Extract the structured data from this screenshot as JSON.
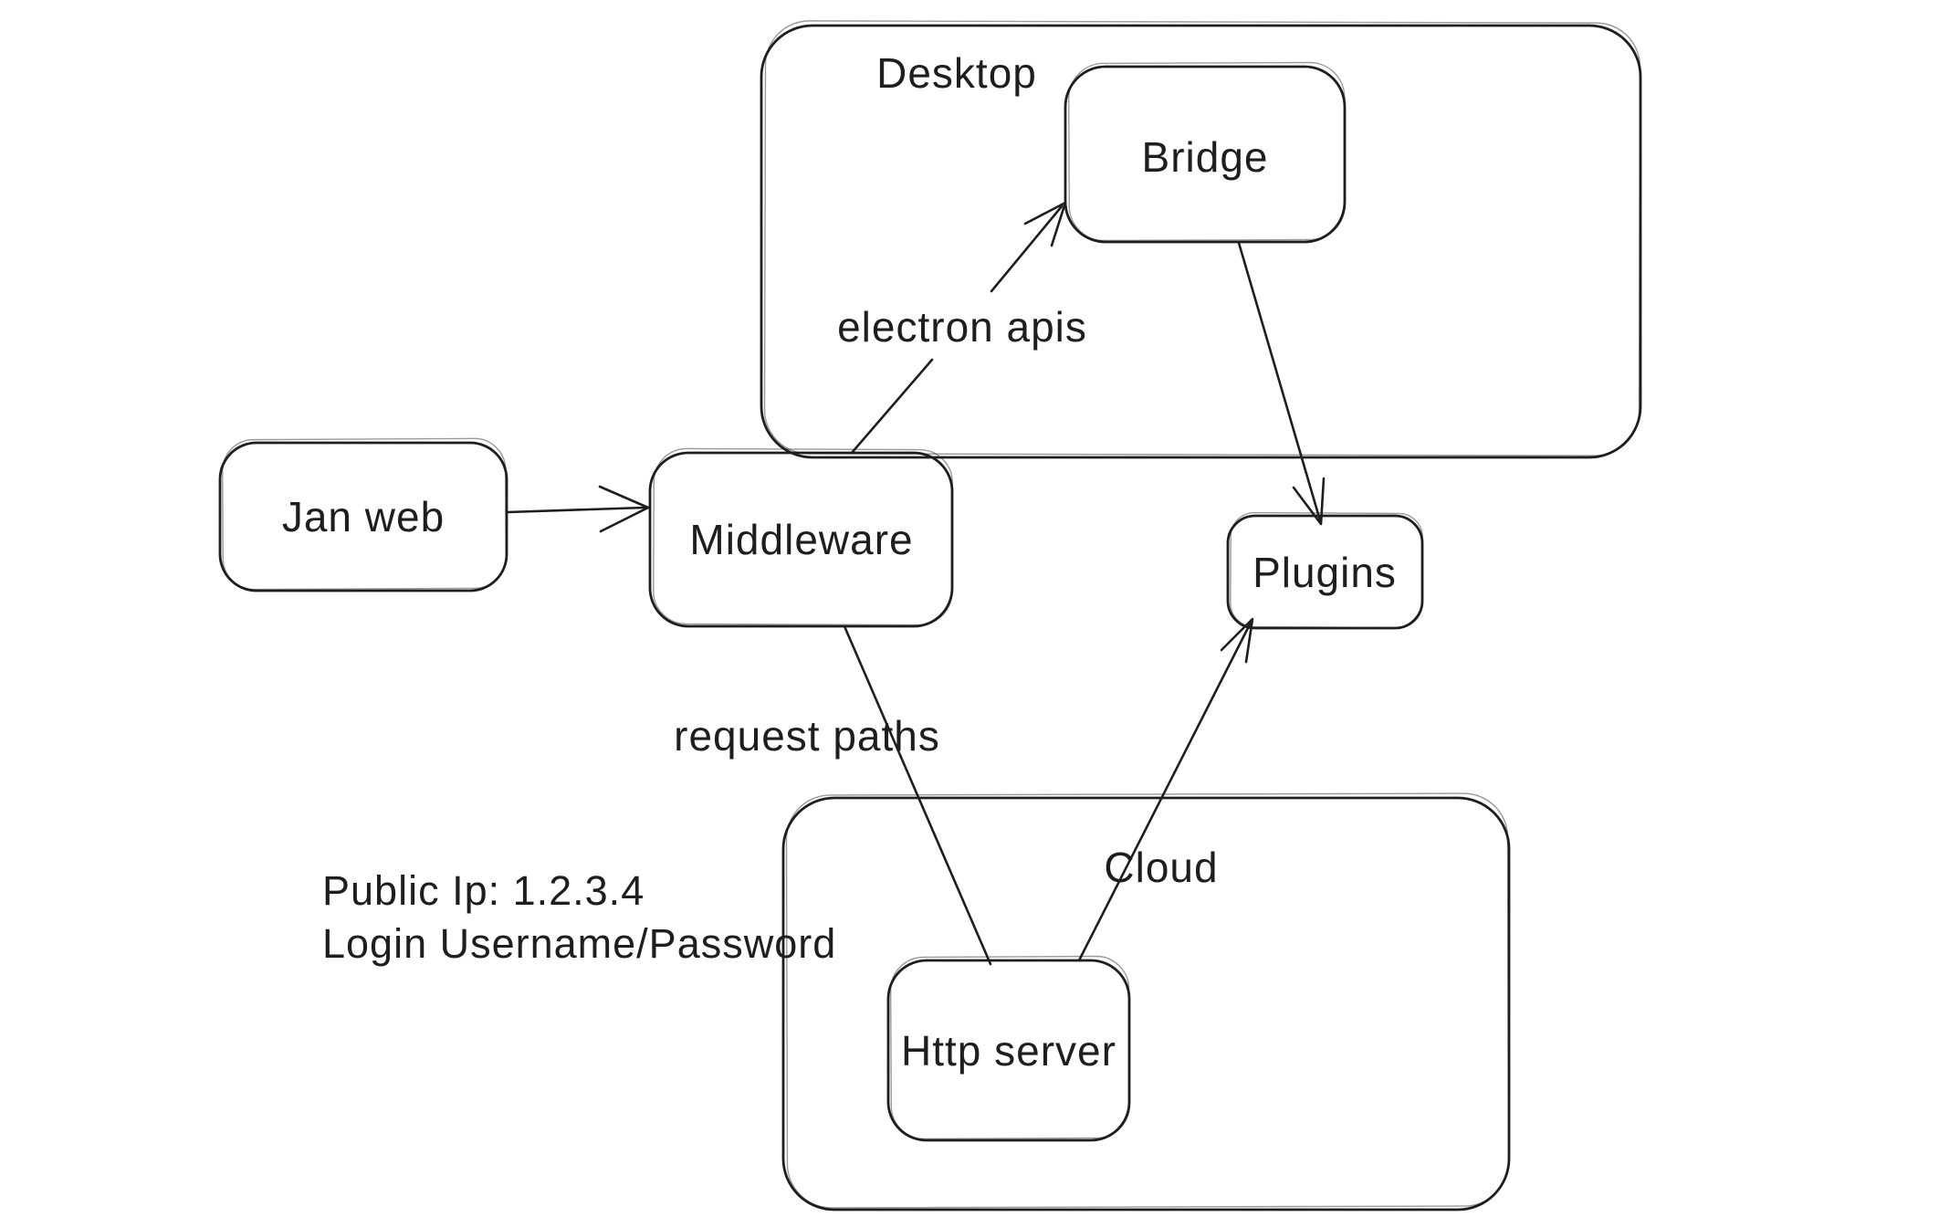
{
  "canvas": {
    "background_color": "#ffffff",
    "stroke_color": "#1e1e1e"
  },
  "containers": [
    {
      "id": "desktop",
      "label": "Desktop"
    },
    {
      "id": "cloud",
      "label": "Cloud"
    }
  ],
  "nodes": [
    {
      "id": "jan-web",
      "label": "Jan web"
    },
    {
      "id": "middleware",
      "label": "Middleware"
    },
    {
      "id": "bridge",
      "label": "Bridge"
    },
    {
      "id": "plugins",
      "label": "Plugins"
    },
    {
      "id": "http-server",
      "label": "Http server"
    }
  ],
  "connectors": [
    {
      "id": "jan-web-to-middleware",
      "from": "jan-web",
      "to": "middleware",
      "label": "",
      "arrowhead": true
    },
    {
      "id": "middleware-to-bridge",
      "from": "middleware",
      "to": "bridge",
      "label": "electron apis",
      "arrowhead": true
    },
    {
      "id": "bridge-to-plugins",
      "from": "bridge",
      "to": "plugins",
      "label": "",
      "arrowhead": true
    },
    {
      "id": "middleware-to-http-server",
      "from": "middleware",
      "to": "http-server",
      "label": "request paths",
      "arrowhead": false
    },
    {
      "id": "http-server-to-plugins",
      "from": "http-server",
      "to": "plugins",
      "label": "",
      "arrowhead": true
    }
  ],
  "annotations": [
    {
      "id": "public-ip",
      "text": "Public Ip: 1.2.3.4"
    },
    {
      "id": "login",
      "text": "Login Username/Password"
    }
  ]
}
